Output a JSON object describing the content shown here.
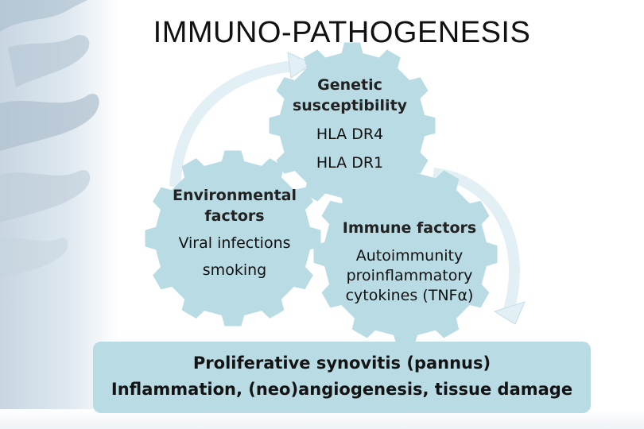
{
  "title": "IMMUNO-PATHOGENESIS",
  "genetic": {
    "title_lines": [
      "Genetic",
      "susceptibility"
    ],
    "items": [
      "HLA DR4",
      "HLA DR1"
    ]
  },
  "environmental": {
    "title_lines": [
      "Environmental",
      "factors"
    ],
    "items": [
      "Viral infections",
      "smoking"
    ]
  },
  "immune": {
    "title": "Immune factors",
    "items": [
      "Autoimmunity",
      "proinflammatory",
      "cytokines (TNFα)"
    ]
  },
  "outcome": {
    "lines": [
      "Proliferative synovitis (pannus)",
      "Inflammation, (neo)angiogenesis, tissue damage"
    ]
  },
  "colors": {
    "gear": "#b8dbe4",
    "arrow": "#e2eff4",
    "arrow_edge": "#c5dde6"
  }
}
